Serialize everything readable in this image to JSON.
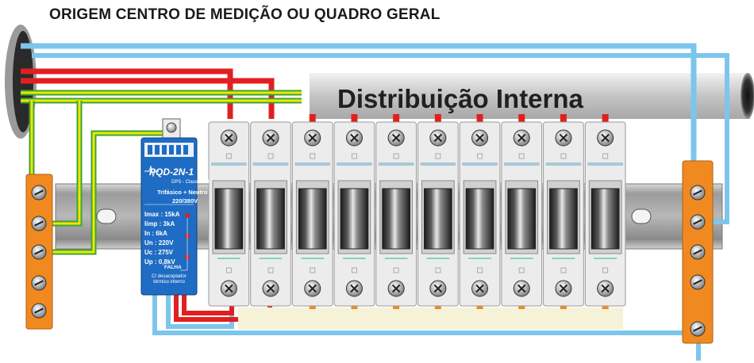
{
  "header": {
    "title": "ORIGEM CENTRO DE MEDIÇÃO OU QUADRO GERAL"
  },
  "diagram": {
    "subtitle": "Distribuição Interna"
  },
  "dps": {
    "model": "PQD-2N-1",
    "class": "DPS - Classe II/III",
    "type": "Trifásico + Neutro",
    "voltage": "220/380V",
    "specs": [
      {
        "label": "Imax : 15kA"
      },
      {
        "label": "Iimp : 3kA"
      },
      {
        "label": "In : 6kA"
      },
      {
        "label": "Un : 220V"
      },
      {
        "label": "Uc : 275V"
      },
      {
        "label": "Up : 0,8kV"
      }
    ],
    "fail_label": "FALHA",
    "note": "C/ desacoplador térmico interno"
  },
  "colors": {
    "phase": "#e02020",
    "neutral": "#7cc6ec",
    "ground_yellow": "#f2e600",
    "ground_green": "#3aa53a",
    "terminal_bar": "#f08a20",
    "dps_body": "#1f6cc4"
  },
  "breakers": {
    "count": 10
  }
}
